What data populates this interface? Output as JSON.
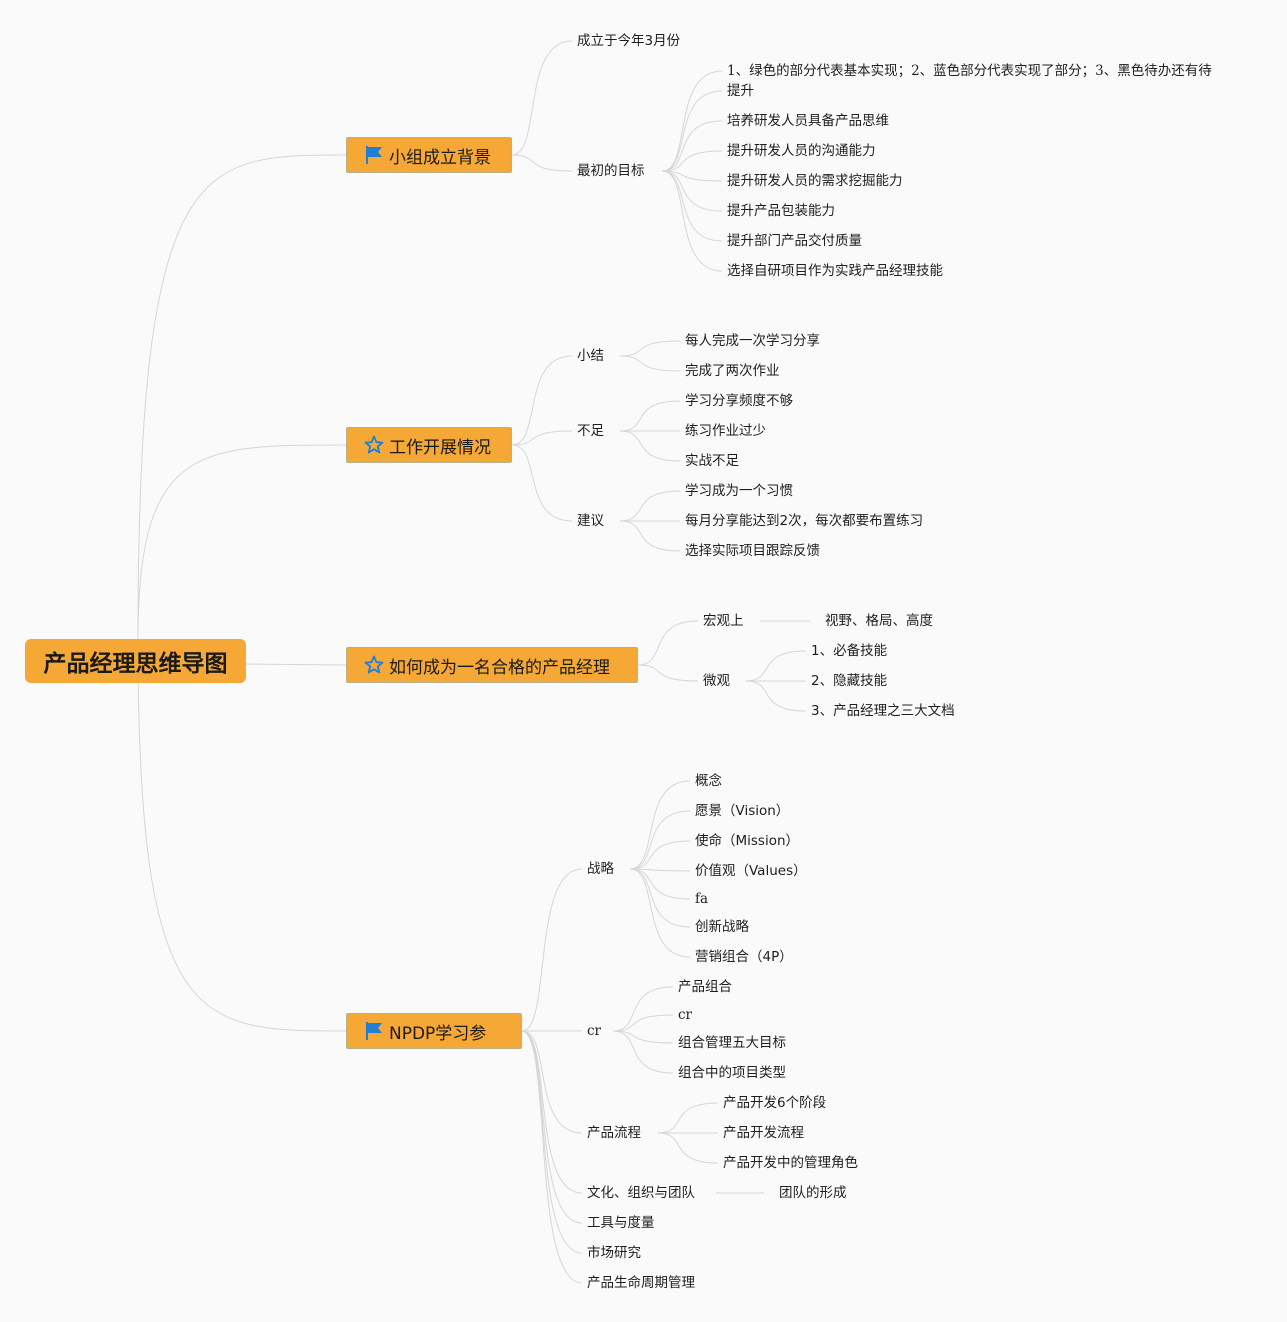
{
  "root": {
    "label": "产品经理思维导图"
  },
  "branches": {
    "background": {
      "label": "小组成立背景",
      "icon": "flag-icon",
      "founded": "成立于今年3月份",
      "goal": {
        "label": "最初的目标",
        "items": [
          "1、绿色的部分代表基本实现；2、蓝色部分代表实现了部分；3、黑色待办还有待",
          "提升",
          "培养研发人员具备产品思维",
          "提升研发人员的沟通能力",
          "提升研发人员的需求挖掘能力",
          "提升产品包装能力",
          "提升部门产品交付质量",
          "选择自研项目作为实践产品经理技能"
        ]
      }
    },
    "work": {
      "label": "工作开展情况",
      "icon": "star-icon",
      "summary": {
        "label": "小结",
        "items": [
          "每人完成一次学习分享",
          "完成了两次作业"
        ]
      },
      "shortfall": {
        "label": "不足",
        "items": [
          "学习分享频度不够",
          "练习作业过少",
          "实战不足"
        ]
      },
      "advice": {
        "label": "建议",
        "items": [
          "学习成为一个习惯",
          "每月分享能达到2次，每次都要布置练习",
          "选择实际项目跟踪反馈"
        ]
      }
    },
    "howto": {
      "label": "如何成为一名合格的产品经理",
      "icon": "star-icon",
      "macro": {
        "label": "宏观上",
        "items": [
          "视野、格局、高度"
        ]
      },
      "micro": {
        "label": "微观",
        "items": [
          "1、必备技能",
          "2、隐藏技能",
          "3、产品经理之三大文档"
        ]
      }
    },
    "npdp": {
      "label": "NPDP学习参",
      "icon": "flag-icon",
      "strategy": {
        "label": "战略",
        "items": [
          "概念",
          "愿景（Vision）",
          "使命（Mission）",
          "价值观（Values）",
          "fa",
          "创新战略",
          "营销组合（4P）"
        ]
      },
      "cr": {
        "label": "cr",
        "items": [
          "产品组合",
          "cr",
          "组合管理五大目标",
          "组合中的项目类型"
        ]
      },
      "process": {
        "label": "产品流程",
        "items": [
          "产品开发6个阶段",
          "产品开发流程",
          "产品开发中的管理角色"
        ]
      },
      "culture": {
        "label": "文化、组织与团队",
        "items": [
          "团队的形成"
        ]
      },
      "tools": {
        "label": "工具与度量"
      },
      "market": {
        "label": "市场研究"
      },
      "lifecycle": {
        "label": "产品生命周期管理"
      }
    }
  },
  "colors": {
    "branch_fill": "#f5a836",
    "flag_blue": "#1f7fd6",
    "star_blue": "#1f7fd6",
    "line": "#d6d6d6"
  }
}
